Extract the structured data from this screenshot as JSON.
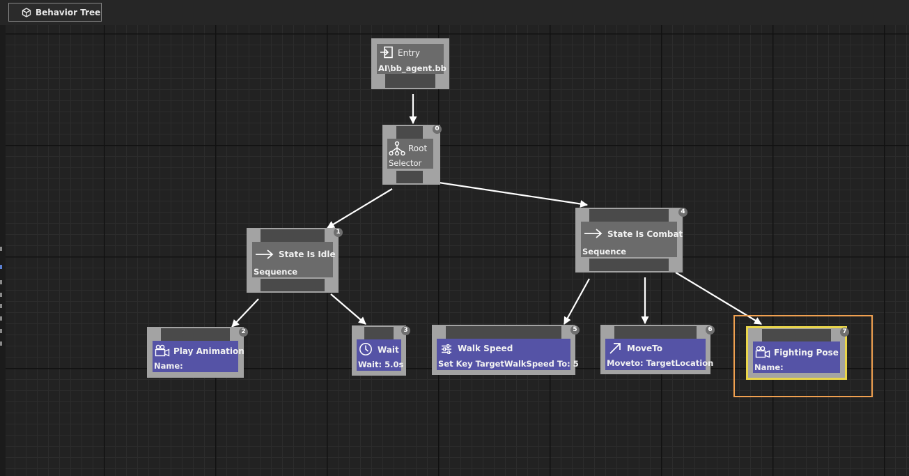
{
  "tab": {
    "label": "Behavior Tree",
    "icon": "cube-icon"
  },
  "nodes": {
    "entry": {
      "title": "Entry",
      "subtitle": "AI\\bb_agent.bb",
      "icon": "entry-icon"
    },
    "root": {
      "title": "Root",
      "subtitle": "Selector",
      "index": "0",
      "icon": "selector-tree-icon"
    },
    "idle": {
      "title": "State Is Idle",
      "subtitle": "Sequence",
      "index": "1",
      "icon": "arrow-right-icon"
    },
    "combat": {
      "title": "State Is Combat",
      "subtitle": "Sequence",
      "index": "4",
      "icon": "arrow-right-icon"
    },
    "play_animation": {
      "title": "Play Animation",
      "subtitle": "Name:",
      "index": "2",
      "icon": "camera-icon"
    },
    "wait": {
      "title": "Wait",
      "subtitle": "Wait: 5.0s",
      "index": "3",
      "icon": "clock-icon"
    },
    "walk_speed": {
      "title": "Walk Speed",
      "subtitle": "Set Key TargetWalkSpeed To: 5",
      "index": "5",
      "icon": "sliders-icon"
    },
    "move_to": {
      "title": "MoveTo",
      "subtitle": "Moveto: TargetLocation",
      "index": "6",
      "icon": "arrow-up-right-icon"
    },
    "fighting_pose": {
      "title": "Fighting Pose",
      "subtitle": "Name:",
      "index": "7",
      "icon": "camera-icon",
      "selected": true
    }
  },
  "colors": {
    "canvas": "#222222",
    "composite_node": "#6b6b6b",
    "action_node": "#5553a6",
    "selected_border": "#e8d44a",
    "highlight_outline": "#f0a050"
  }
}
